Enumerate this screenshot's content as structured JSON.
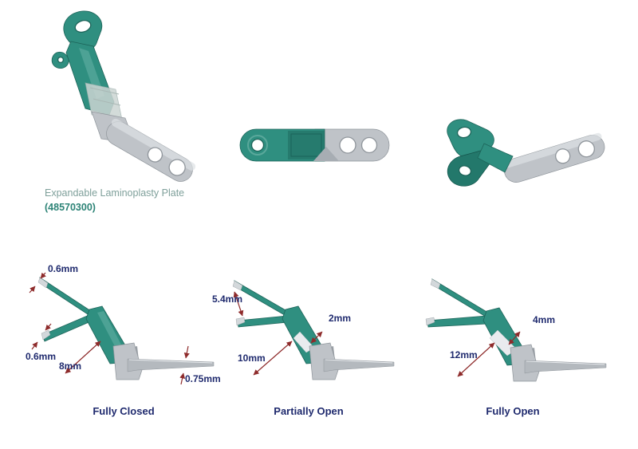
{
  "product": {
    "name": "Expandable Laminoplasty Plate",
    "code": "(48570300)"
  },
  "diagrams": [
    {
      "caption": "Fully Closed",
      "labels": [
        "0.6mm",
        "0.6mm",
        "8mm",
        "0.75mm"
      ]
    },
    {
      "caption": "Partially Open",
      "labels": [
        "5.4mm",
        "2mm",
        "10mm"
      ]
    },
    {
      "caption": "Fully Open",
      "labels": [
        "4mm",
        "12mm"
      ]
    }
  ],
  "colors": {
    "teal": "#2f8f80",
    "teal_dark": "#1d6459",
    "silver": "#bfc3c8",
    "silver_dark": "#8f959b",
    "arrow": "#8e2b2b",
    "label": "#1f2a6e",
    "product_name": "#7fa09b",
    "product_code": "#2c8376"
  }
}
